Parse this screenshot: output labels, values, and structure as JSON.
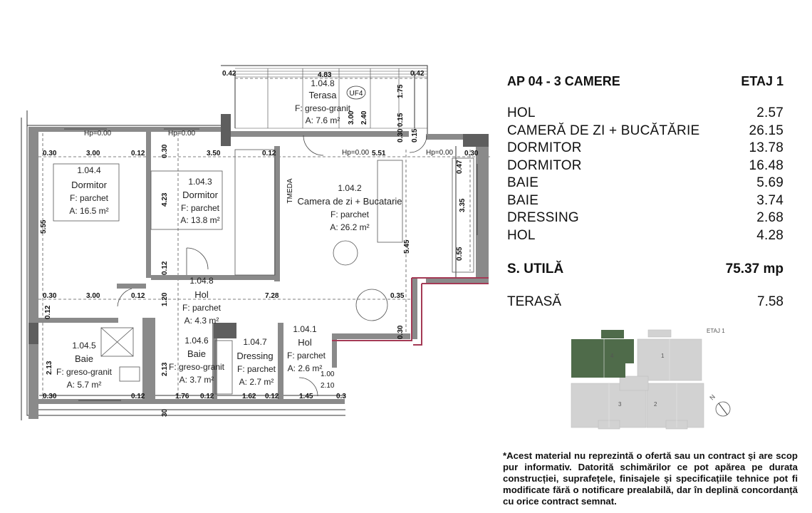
{
  "header": {
    "top_fragment": "—— ———— —— ——"
  },
  "plan": {
    "rooms": [
      {
        "code": "1.04.8",
        "name": "Terasa",
        "floor": "F: greso-granit",
        "area": "A: 7.6 m²"
      },
      {
        "code": "1.04.4",
        "name": "Dormitor",
        "floor": "F: parchet",
        "area": "A: 16.5 m²"
      },
      {
        "code": "1.04.3",
        "name": "Dormitor",
        "floor": "F: parchet",
        "area": "A: 13.8 m²"
      },
      {
        "code": "1.04.2",
        "name": "Camera de zi + Bucatarie",
        "floor": "F: parchet",
        "area": "A: 26.2 m²"
      },
      {
        "code": "1.04.8",
        "name": "Hol",
        "floor": "F: parchet",
        "area": "A: 4.3 m²"
      },
      {
        "code": "1.04.5",
        "name": "Baie",
        "floor": "F: greso-granit",
        "area": "A: 5.7 m²"
      },
      {
        "code": "1.04.6",
        "name": "Baie",
        "floor": "F: greso-granit",
        "area": "A: 3.7 m²"
      },
      {
        "code": "1.04.7",
        "name": "Dressing",
        "floor": "F: parchet",
        "area": "A: 2.7 m²"
      },
      {
        "code": "1.04.1",
        "name": "Hol",
        "floor": "F: parchet",
        "area": "A: 2.6 m²"
      }
    ],
    "tag_uf4": "UF4",
    "label_tmeda": "TMEDA",
    "hp": [
      "Hp=0.00",
      "Hp=0.00",
      "Hp=0.00",
      "Hp=0.00"
    ],
    "dims": {
      "t_042a": "0.42",
      "t_483": "4.83",
      "t_042b": "0.42",
      "t_175": "1.75",
      "t_300": "3.00",
      "t_240": "2.40",
      "t_015": "0.15",
      "t_030c": "0.30",
      "t_015b": "0.15",
      "r1_030a": "0.30",
      "r1_300": "3.00",
      "r1_012a": "0.12",
      "r1_030b": "0.30",
      "r1_350": "3.50",
      "r1_012b": "0.12",
      "r1_551": "5.51",
      "r1_030c": "0.30",
      "v_555": "5.55",
      "v_423": "4.23",
      "v_012a": "0.12",
      "v_120": "1.20",
      "v_545": "5.45",
      "v_047": "0.47",
      "v_335": "3.35",
      "v_055": "0.55",
      "v_030d": "0.30",
      "r2_030": "0.30",
      "r2_300": "3.00",
      "r2_012": "0.12",
      "r2_728": "7.28",
      "r2_035": "0.35",
      "l_012": "0.12",
      "l_213a": "2.13",
      "l_213b": "2.13",
      "b_030": "0.30",
      "b_012a": "0.12",
      "b_176": "1.76",
      "b_012b": "0.12",
      "b_162": "1.62",
      "b_012c": "0.12",
      "b_145": "1.45",
      "b_03": "0.3",
      "b_100": "1.00",
      "b_210": "2.10",
      "b_30": "30"
    }
  },
  "summary": {
    "title": "AP 04 - 3 CAMERE",
    "floor": "ETAJ 1",
    "rooms": [
      {
        "name": "HOL",
        "value": "2.57"
      },
      {
        "name": "CAMERĂ DE ZI + BUCĂTĂRIE",
        "value": "26.15"
      },
      {
        "name": "DORMITOR",
        "value": "13.78"
      },
      {
        "name": "DORMITOR",
        "value": "16.48"
      },
      {
        "name": "BAIE",
        "value": "5.69"
      },
      {
        "name": "BAIE",
        "value": "3.74"
      },
      {
        "name": "DRESSING",
        "value": "2.68"
      },
      {
        "name": "HOL",
        "value": "4.28"
      }
    ],
    "total_label": "S. UTILĂ",
    "total_value": "75.37 mp",
    "terrace_label": "TERASĂ",
    "terrace_value": "7.58"
  },
  "keyplan": {
    "floor_label": "ETAJ 1",
    "unit_numbers": [
      "4",
      "1",
      "3",
      "2"
    ],
    "north": "N",
    "highlight_color": "#4f6b4a",
    "base_color": "#d2d2d2"
  },
  "colors": {
    "wall": "#8a8a8a",
    "wall_dark": "#6a6a6a",
    "accent_wall": "#a43a55"
  },
  "disclaimer": "*Acest material nu reprezintă o ofertă sau un contract și are scop pur informativ. Datorită schimărilor ce pot apărea pe durata construcției, suprafețele, finisajele și specificațiile tehnice pot fi modificate fără o notificare prealabilă, dar în deplină concordanță cu orice contract semnat."
}
